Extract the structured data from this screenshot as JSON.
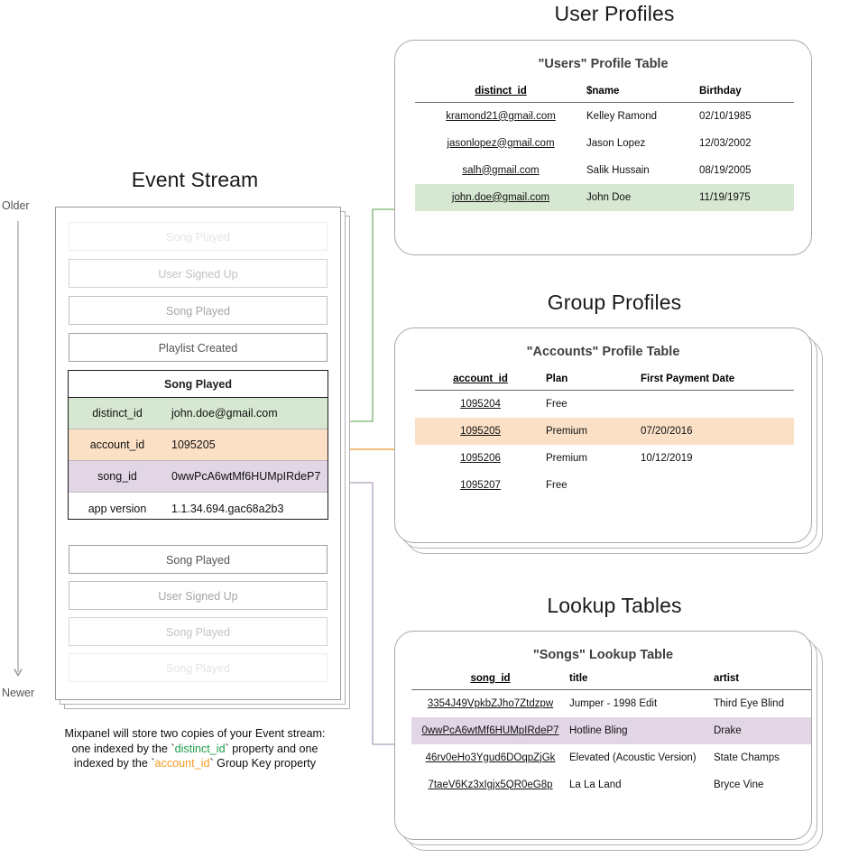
{
  "sections": {
    "event_stream_title": "Event Stream",
    "user_profiles_title": "User Profiles",
    "group_profiles_title": "Group Profiles",
    "lookup_tables_title": "Lookup Tables"
  },
  "timeline": {
    "older_label": "Older",
    "newer_label": "Newer"
  },
  "event_stream": {
    "events_above": [
      {
        "label": "Song Played"
      },
      {
        "label": "User Signed Up"
      },
      {
        "label": "Song Played"
      },
      {
        "label": "Playlist Created"
      }
    ],
    "expanded_event": {
      "header": "Song Played",
      "properties": [
        {
          "key": "distinct_id",
          "value": "john.doe@gmail.com",
          "highlight": "green"
        },
        {
          "key": "account_id",
          "value": "1095205",
          "highlight": "orange"
        },
        {
          "key": "song_id",
          "value": "0wwPcA6wtMf6HUMpIRdeP7",
          "highlight": "purple"
        },
        {
          "key": "app version",
          "value": "1.1.34.694.gac68a2b3",
          "highlight": "none"
        }
      ]
    },
    "events_below": [
      {
        "label": "Song Played"
      },
      {
        "label": "User Signed Up"
      },
      {
        "label": "Song Played"
      },
      {
        "label": "Song Played"
      }
    ]
  },
  "caption": {
    "line1_pre": "Mixpanel will store two copies of your Event stream:",
    "line2_pre": "one indexed by the `",
    "line2_token": "distinct_id",
    "line2_post": "` property and one",
    "line3_pre": "indexed by the `",
    "line3_token": "account_id",
    "line3_post": "` Group Key property"
  },
  "users_table": {
    "title": "\"Users\" Profile Table",
    "columns": [
      "distinct_id",
      "$name",
      "Birthday"
    ],
    "rows": [
      {
        "cells": [
          "kramond21@gmail.com",
          "Kelley Ramond",
          "02/10/1985"
        ],
        "highlight": "none"
      },
      {
        "cells": [
          "jasonlopez@gmail.com",
          "Jason Lopez",
          "12/03/2002"
        ],
        "highlight": "none"
      },
      {
        "cells": [
          "salh@gmail.com",
          "Salik Hussain",
          "08/19/2005"
        ],
        "highlight": "none"
      },
      {
        "cells": [
          "john.doe@gmail.com",
          "John Doe",
          "11/19/1975"
        ],
        "highlight": "green"
      }
    ]
  },
  "accounts_table": {
    "title": "\"Accounts\" Profile Table",
    "columns": [
      "account_id",
      "Plan",
      "First Payment Date"
    ],
    "rows": [
      {
        "cells": [
          "1095204",
          "Free",
          ""
        ],
        "highlight": "none"
      },
      {
        "cells": [
          "1095205",
          "Premium",
          "07/20/2016"
        ],
        "highlight": "orange"
      },
      {
        "cells": [
          "1095206",
          "Premium",
          "10/12/2019"
        ],
        "highlight": "none"
      },
      {
        "cells": [
          "1095207",
          "Free",
          ""
        ],
        "highlight": "none"
      }
    ]
  },
  "songs_table": {
    "title": "\"Songs\" Lookup Table",
    "columns": [
      "song_id",
      "title",
      "artist"
    ],
    "rows": [
      {
        "cells": [
          "3354J49VpkbZJho7Ztdzpw",
          "Jumper - 1998 Edit",
          "Third Eye Blind"
        ],
        "highlight": "none"
      },
      {
        "cells": [
          "0wwPcA6wtMf6HUMpIRdeP7",
          "Hotline Bling",
          "Drake"
        ],
        "highlight": "purple"
      },
      {
        "cells": [
          "46rv0eHo3Ygud6DOqpZjGk",
          "Elevated (Acoustic Version)",
          "State Champs"
        ],
        "highlight": "none"
      },
      {
        "cells": [
          "7taeV6Kz3xIgjx5QR0eG8p",
          "La La Land",
          "Bryce Vine"
        ],
        "highlight": "none"
      }
    ]
  },
  "colors": {
    "green": "#d7e8d2",
    "orange": "#fbe0c6",
    "purple": "#e2d6e6",
    "connector_green": "#6aaa64",
    "connector_orange": "#e8a33d",
    "connector_purple": "#a893b8",
    "card_border": "#a8a8a8"
  }
}
